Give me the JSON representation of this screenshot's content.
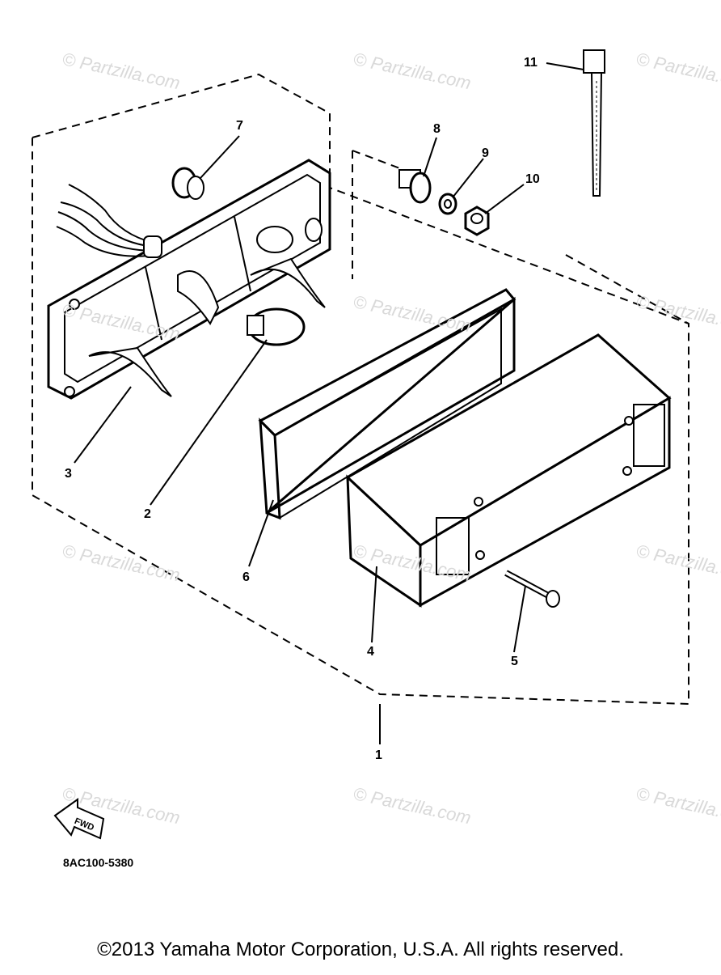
{
  "callouts": {
    "c1": "1",
    "c2": "2",
    "c3": "3",
    "c4": "4",
    "c5": "5",
    "c6": "6",
    "c7": "7",
    "c8": "8",
    "c9": "9",
    "c10": "10",
    "c11": "11"
  },
  "fwd_label": "FWD",
  "part_code": "8AC100-5380",
  "watermark_text": "© Partzilla.com",
  "copyright": "©2013 Yamaha Motor Corporation, U.S.A. All rights reserved."
}
